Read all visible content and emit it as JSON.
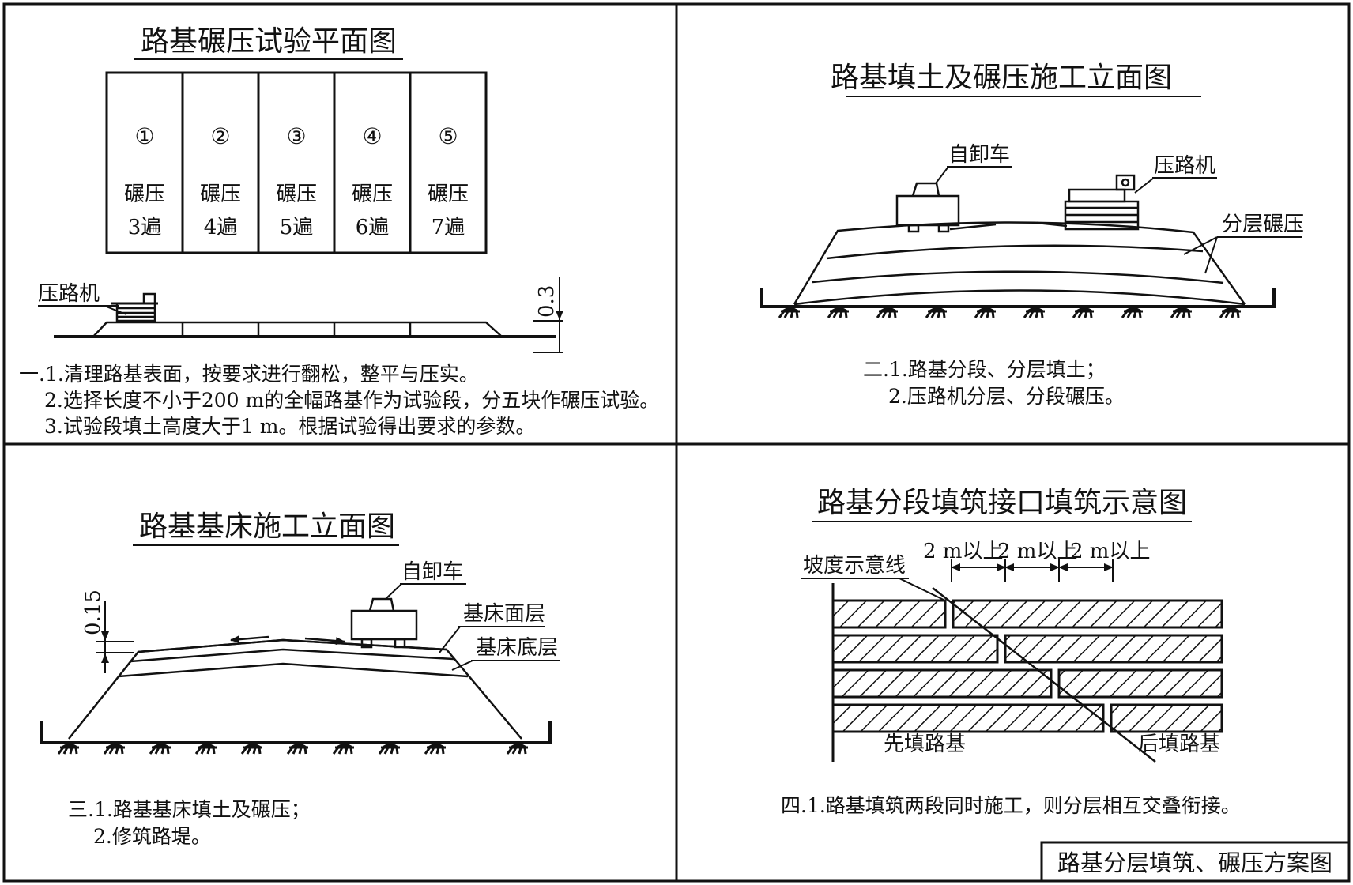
{
  "frame_title": "路基分层填筑、碾压方案图",
  "panel1": {
    "title": "路基碾压试验平面图",
    "cells": [
      {
        "num": "①",
        "label": "碾压",
        "passes": "3遍"
      },
      {
        "num": "②",
        "label": "碾压",
        "passes": "4遍"
      },
      {
        "num": "③",
        "label": "碾压",
        "passes": "5遍"
      },
      {
        "num": "④",
        "label": "碾压",
        "passes": "6遍"
      },
      {
        "num": "⑤",
        "label": "碾压",
        "passes": "7遍"
      }
    ],
    "roller_label": "压路机",
    "dim": "0.3",
    "notes": [
      "一.1.清理路基表面，按要求进行翻松，整平与压实。",
      "2.选择长度不小于200 m的全幅路基作为试验段，分五块作碾压试验。",
      "3.试验段填土高度大于1 m。根据试验得出要求的参数。"
    ]
  },
  "panel2": {
    "title": "路基填土及碾压施工立面图",
    "truck_label": "自卸车",
    "roller_label": "压路机",
    "layer_label": "分层碾压",
    "notes": [
      "二.1.路基分段、分层填土；",
      "2.压路机分层、分段碾压。"
    ]
  },
  "panel3": {
    "title": "路基基床施工立面图",
    "truck_label": "自卸车",
    "top_layer": "基床面层",
    "bottom_layer": "基床底层",
    "dim": "0.15",
    "notes": [
      "三.1.路基基床填土及碾压；",
      "2.修筑路堤。"
    ]
  },
  "panel4": {
    "title": "路基分段填筑接口填筑示意图",
    "slope_label": "坡度示意线",
    "dims": [
      "2 m以上",
      "2 m以上",
      "2 m以上"
    ],
    "left_label": "先填路基",
    "right_label": "后填路基",
    "notes": [
      "四.1.路基填筑两段同时施工，则分层相互交叠衔接。"
    ]
  }
}
